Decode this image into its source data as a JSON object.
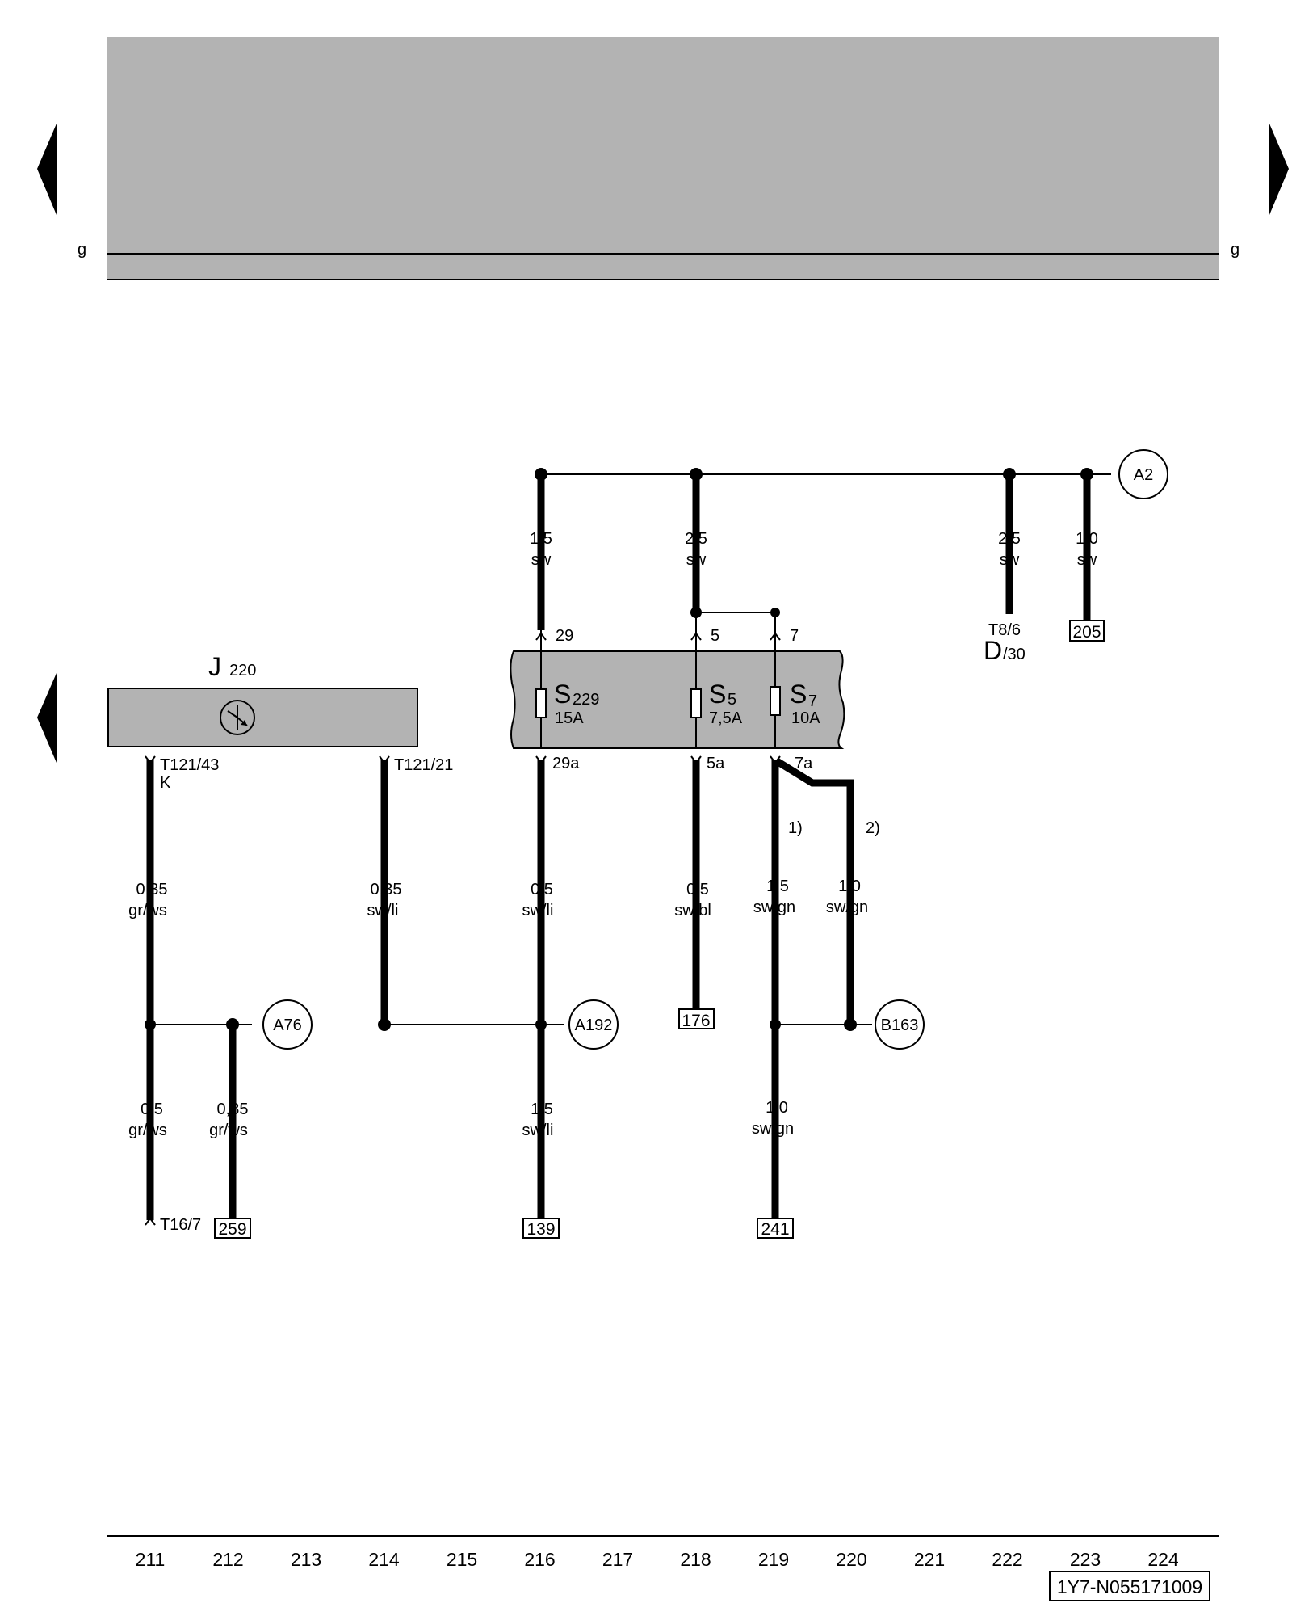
{
  "margin_letter": "g",
  "relay": {
    "label": "J",
    "number": "220"
  },
  "fuses": [
    {
      "letter": "S",
      "number": "229",
      "rating": "15A",
      "pin_top": "29",
      "pin_bottom": "29a"
    },
    {
      "letter": "S",
      "number": "5",
      "rating": "7,5A",
      "pin_top": "5",
      "pin_bottom": "5a"
    },
    {
      "letter": "S",
      "number": "7",
      "rating": "10A",
      "pin_top": "7",
      "pin_bottom": "7a"
    }
  ],
  "connectors": {
    "t121_43": "T121/43",
    "t121_43_sub": "K",
    "t121_21": "T121/21",
    "t16_7": "T16/7",
    "t8_6": "T8/6",
    "d_letter": "D",
    "d_sub": "/30"
  },
  "circles": {
    "a2": "A2",
    "a76": "A76",
    "a192": "A192",
    "b163": "B163"
  },
  "refs": {
    "r205": "205",
    "r176": "176",
    "r259": "259",
    "r139": "139",
    "r241": "241"
  },
  "wires": {
    "w1": {
      "size": "1,5",
      "color": "sw"
    },
    "w2": {
      "size": "2,5",
      "color": "sw"
    },
    "w3": {
      "size": "2,5",
      "color": "sw"
    },
    "w4": {
      "size": "1,0",
      "color": "sw"
    },
    "w5": {
      "size": "0,35",
      "color": "gr/ws"
    },
    "w6": {
      "size": "0,35",
      "color": "sw/li"
    },
    "w7": {
      "size": "0,5",
      "color": "sw/li"
    },
    "w8": {
      "size": "0,5",
      "color": "sw/bl"
    },
    "w9": {
      "size": "1,5",
      "color": "sw/gn"
    },
    "w10": {
      "size": "1,0",
      "color": "sw/gn"
    },
    "w11": {
      "size": "0,5",
      "color": "gr/ws"
    },
    "w12": {
      "size": "0,35",
      "color": "gr/ws"
    },
    "w13": {
      "size": "1,5",
      "color": "sw/li"
    },
    "w14": {
      "size": "1,0",
      "color": "sw/gn"
    }
  },
  "notes": {
    "n1": "1)",
    "n2": "2)"
  },
  "columns": [
    "211",
    "212",
    "213",
    "214",
    "215",
    "216",
    "217",
    "218",
    "219",
    "220",
    "221",
    "222",
    "223",
    "224"
  ],
  "doc_id": "1Y7-N055171009"
}
